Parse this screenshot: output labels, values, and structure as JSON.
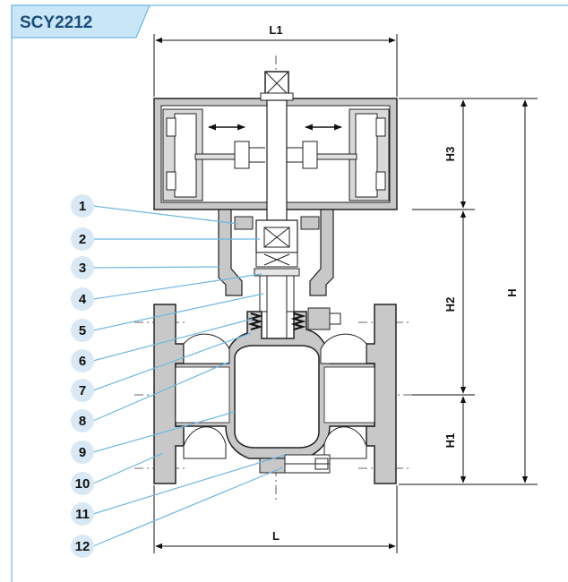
{
  "model": "SCY2212",
  "colors": {
    "frame_blue": "#6fb7e0",
    "tab_fill": "#c9e6f6",
    "title_text": "#1a4d7a",
    "callout_circle": "#d8e9f5",
    "body_gray": "#c8c8c8",
    "outline": "#222222"
  },
  "dimensions": {
    "L1": "L1",
    "L": "L",
    "H": "H",
    "H1": "H1",
    "H2": "H2",
    "H3": "H3"
  },
  "callouts": [
    "1",
    "2",
    "3",
    "4",
    "5",
    "6",
    "7",
    "8",
    "9",
    "10",
    "11",
    "12"
  ]
}
